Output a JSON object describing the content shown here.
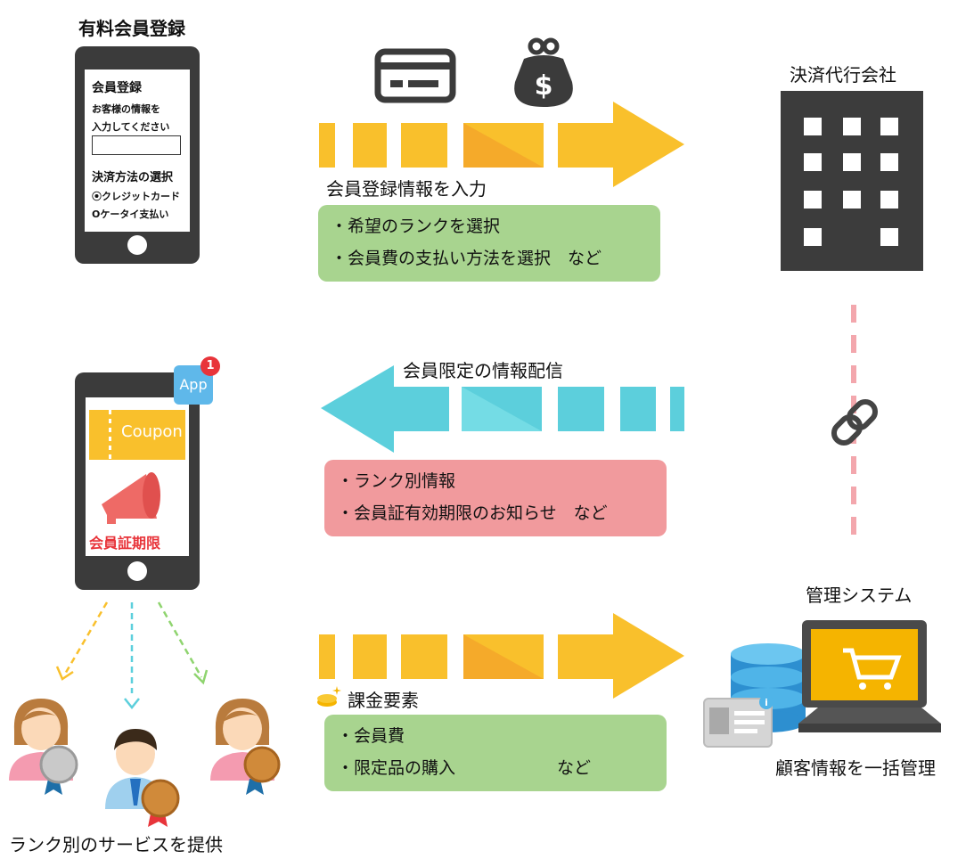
{
  "labels": {
    "paid_registration": "有料会員登録",
    "payment_agency": "決済代行会社",
    "enter_member_info": "会員登録情報を入力",
    "limited_info_delivery": "会員限定の情報配信",
    "management_system": "管理システム",
    "billing_elements": "課金要素",
    "customer_management": "顧客情報を一括管理",
    "rank_services": "ランク別のサービスを提供"
  },
  "phone_form": {
    "title": "会員登録",
    "instruction_line1": "お客様の情報を",
    "instruction_line2": "入力してください",
    "payment_heading": "決済方法の選択",
    "option_credit": "⦿クレジットカード",
    "option_mobile": "Oケータイ支払い"
  },
  "phone_app": {
    "app_badge": "App",
    "notification_count": "1",
    "coupon": "Coupon",
    "expiry": "会員証期限"
  },
  "boxes": {
    "registration": {
      "item1": "・希望のランクを選択",
      "item2": "・会員費の支払い方法を選択　など"
    },
    "delivery": {
      "item1": "・ランク別情報",
      "item2": "・会員証有効期限のお知らせ　など"
    },
    "billing": {
      "item1": "・会員費",
      "item2": "・限定品の購入　　　　　　など"
    }
  },
  "colors": {
    "arrow_orange": "#f9c02c",
    "arrow_blue": "#5ccfdc",
    "box_green": "#a8d48f",
    "box_pink": "#f19a9d",
    "building": "#3c3c3c",
    "link_line": "#f3a7ad",
    "expiry_red": "#e8343a"
  },
  "icons": [
    "credit-card-icon",
    "money-purse-icon",
    "building-icon",
    "chain-link-icon",
    "database-icon",
    "monitor-cart-icon",
    "id-card-icon",
    "coins-icon",
    "megaphone-icon",
    "user-icon",
    "medal-icon"
  ]
}
